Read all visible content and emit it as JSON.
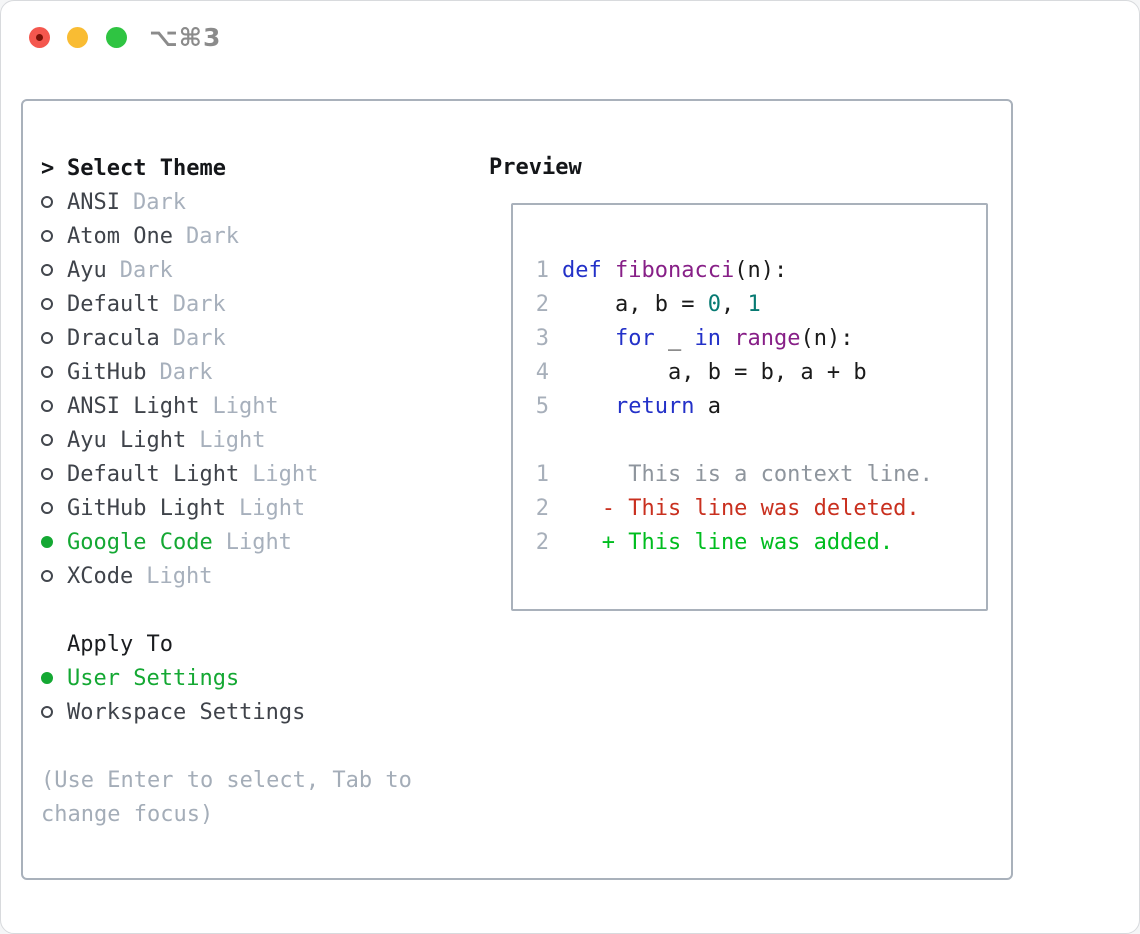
{
  "titlebar": {
    "title": "⌥⌘3"
  },
  "sidebar": {
    "header": {
      "marker": ">",
      "label": "Select Theme"
    },
    "themes": [
      {
        "name": "ANSI",
        "variant": "Dark",
        "selected": false
      },
      {
        "name": "Atom One",
        "variant": "Dark",
        "selected": false
      },
      {
        "name": "Ayu",
        "variant": "Dark",
        "selected": false
      },
      {
        "name": "Default",
        "variant": "Dark",
        "selected": false
      },
      {
        "name": "Dracula",
        "variant": "Dark",
        "selected": false
      },
      {
        "name": "GitHub",
        "variant": "Dark",
        "selected": false
      },
      {
        "name": "ANSI Light",
        "variant": "Light",
        "selected": false
      },
      {
        "name": "Ayu Light",
        "variant": "Light",
        "selected": false
      },
      {
        "name": "Default Light",
        "variant": "Light",
        "selected": false
      },
      {
        "name": "GitHub Light",
        "variant": "Light",
        "selected": false
      },
      {
        "name": "Google Code",
        "variant": "Light",
        "selected": true
      },
      {
        "name": "XCode",
        "variant": "Light",
        "selected": false
      }
    ],
    "apply_to": {
      "header": "Apply To",
      "options": [
        {
          "label": "User Settings",
          "selected": true
        },
        {
          "label": "Workspace Settings",
          "selected": false
        }
      ]
    },
    "hint_lines": [
      "(Use Enter to select, Tab to",
      "change focus)"
    ]
  },
  "preview": {
    "label": "Preview",
    "code_lines": [
      {
        "num": "1",
        "segments": [
          {
            "t": "def ",
            "c": "kw"
          },
          {
            "t": "fibonacci",
            "c": "fn"
          },
          {
            "t": "(n):",
            "c": "pl"
          }
        ]
      },
      {
        "num": "2",
        "segments": [
          {
            "t": "    a, b = ",
            "c": "pl"
          },
          {
            "t": "0",
            "c": "lit"
          },
          {
            "t": ", ",
            "c": "pl"
          },
          {
            "t": "1",
            "c": "lit"
          }
        ]
      },
      {
        "num": "3",
        "segments": [
          {
            "t": "    ",
            "c": "pl"
          },
          {
            "t": "for",
            "c": "kw"
          },
          {
            "t": " _ ",
            "c": "pl"
          },
          {
            "t": "in",
            "c": "kw"
          },
          {
            "t": " ",
            "c": "pl"
          },
          {
            "t": "range",
            "c": "fn"
          },
          {
            "t": "(n):",
            "c": "pl"
          }
        ]
      },
      {
        "num": "4",
        "segments": [
          {
            "t": "        a, b = b, a + b",
            "c": "pl"
          }
        ]
      },
      {
        "num": "5",
        "segments": [
          {
            "t": "    ",
            "c": "pl"
          },
          {
            "t": "return",
            "c": "kw"
          },
          {
            "t": " a",
            "c": "pl"
          }
        ]
      },
      {
        "num": "",
        "segments": []
      },
      {
        "num": "1",
        "segments": [
          {
            "t": "     This is a context line.",
            "c": "ctx"
          }
        ]
      },
      {
        "num": "2",
        "segments": [
          {
            "t": "   - This line was deleted.",
            "c": "del"
          }
        ]
      },
      {
        "num": "2",
        "segments": [
          {
            "t": "   + This line was added.",
            "c": "add"
          }
        ]
      }
    ]
  },
  "colors": {
    "accent_green": "#14a833",
    "added_green": "#00bd1f",
    "deleted_red": "#c9301f",
    "keyword_blue": "#2331c8",
    "function_purple": "#871f87",
    "literal_teal": "#077a72",
    "muted_gray": "#a4adb8",
    "text_dark": "#3f434a",
    "traffic_red": "#f4574e",
    "traffic_yellow": "#f9bc33",
    "traffic_green": "#2fc442"
  }
}
